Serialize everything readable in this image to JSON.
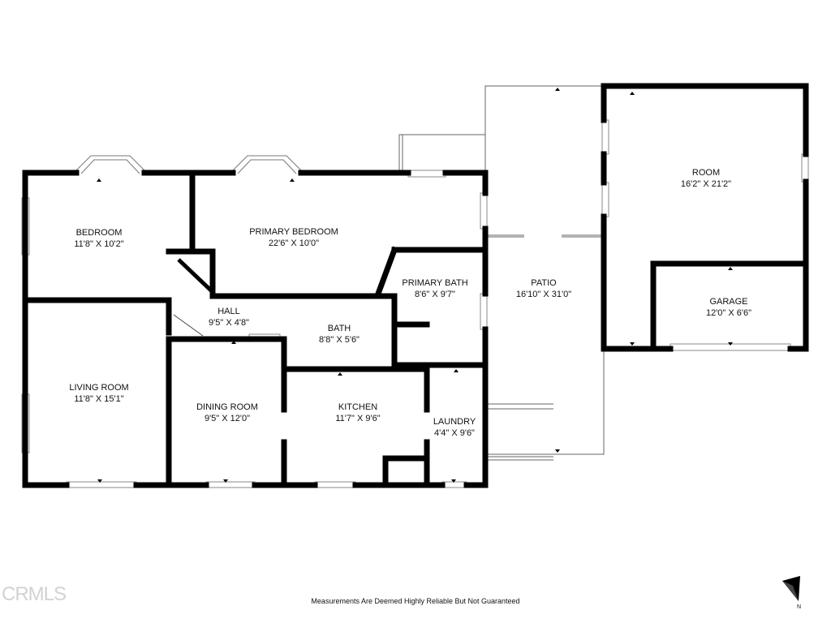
{
  "rooms": {
    "bedroom": {
      "name": "BEDROOM",
      "dims": "11'8\" X 10'2\""
    },
    "primary_bedroom": {
      "name": "PRIMARY BEDROOM",
      "dims": "22'6\" X 10'0\""
    },
    "primary_bath": {
      "name": "PRIMARY BATH",
      "dims": "8'6\" X 9'7\""
    },
    "hall": {
      "name": "HALL",
      "dims": "9'5\" X 4'8\""
    },
    "bath": {
      "name": "BATH",
      "dims": "8'8\" X 5'6\""
    },
    "living_room": {
      "name": "LIVING ROOM",
      "dims": "11'8\" X 15'1\""
    },
    "dining_room": {
      "name": "DINING ROOM",
      "dims": "9'5\" X 12'0\""
    },
    "kitchen": {
      "name": "KITCHEN",
      "dims": "11'7\" X 9'6\""
    },
    "laundry": {
      "name": "LAUNDRY",
      "dims": "4'4\" X 9'6\""
    },
    "patio": {
      "name": "PATIO",
      "dims": "16'10\" X 31'0\""
    },
    "room": {
      "name": "ROOM",
      "dims": "16'2\" X 21'2\""
    },
    "garage": {
      "name": "GARAGE",
      "dims": "12'0\" X 6'6\""
    }
  },
  "footer": {
    "disclaimer": "Measurements Are Deemed Highly Reliable But Not Guaranteed",
    "watermark": "CRMLS",
    "north_label": "N"
  },
  "colors": {
    "wall": "#000000",
    "thin_line": "#555555",
    "window": "#888888",
    "background": "#ffffff"
  }
}
